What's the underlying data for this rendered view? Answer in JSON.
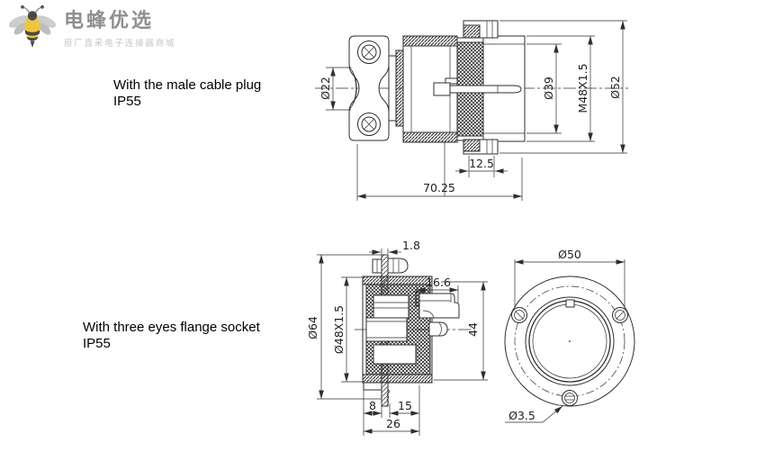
{
  "logo": {
    "title": "电蜂优选",
    "subtitle": "原厂直采电子连接器商城",
    "icon": "bee-icon",
    "colors": {
      "body_yellow": "#eec53f",
      "stripe_dark": "#4a4a42",
      "wing_gray": "#c9c9c9",
      "title_gray": "#8f8f8f",
      "subtitle_gray": "#c4c4c4"
    }
  },
  "drawing_color": "#2e2e2e",
  "views": {
    "male_plug": {
      "caption_line1": "With the male cable plug",
      "caption_line2": "IP55",
      "dims": {
        "cable_entry": "Ø22",
        "insert": "Ø39",
        "thread": "M48X1.5",
        "shell": "Ø52",
        "flange_offset": "12.5",
        "overall_length": "70.25"
      }
    },
    "flange_socket_section": {
      "caption_line1": "With three eyes flange socket",
      "caption_line2": "IP55",
      "dims": {
        "flange_thickness": "1.8",
        "flange_od": "Ø64",
        "thread": "Ø48X1.5",
        "nose_length": "16.6",
        "body_height": "44",
        "front_to_flange": "8",
        "flange_to_rear": "15",
        "overall_depth": "26"
      }
    },
    "flange_socket_front": {
      "dims": {
        "bolt_circle": "Ø50",
        "mounting_hole": "Ø3.5"
      }
    }
  }
}
